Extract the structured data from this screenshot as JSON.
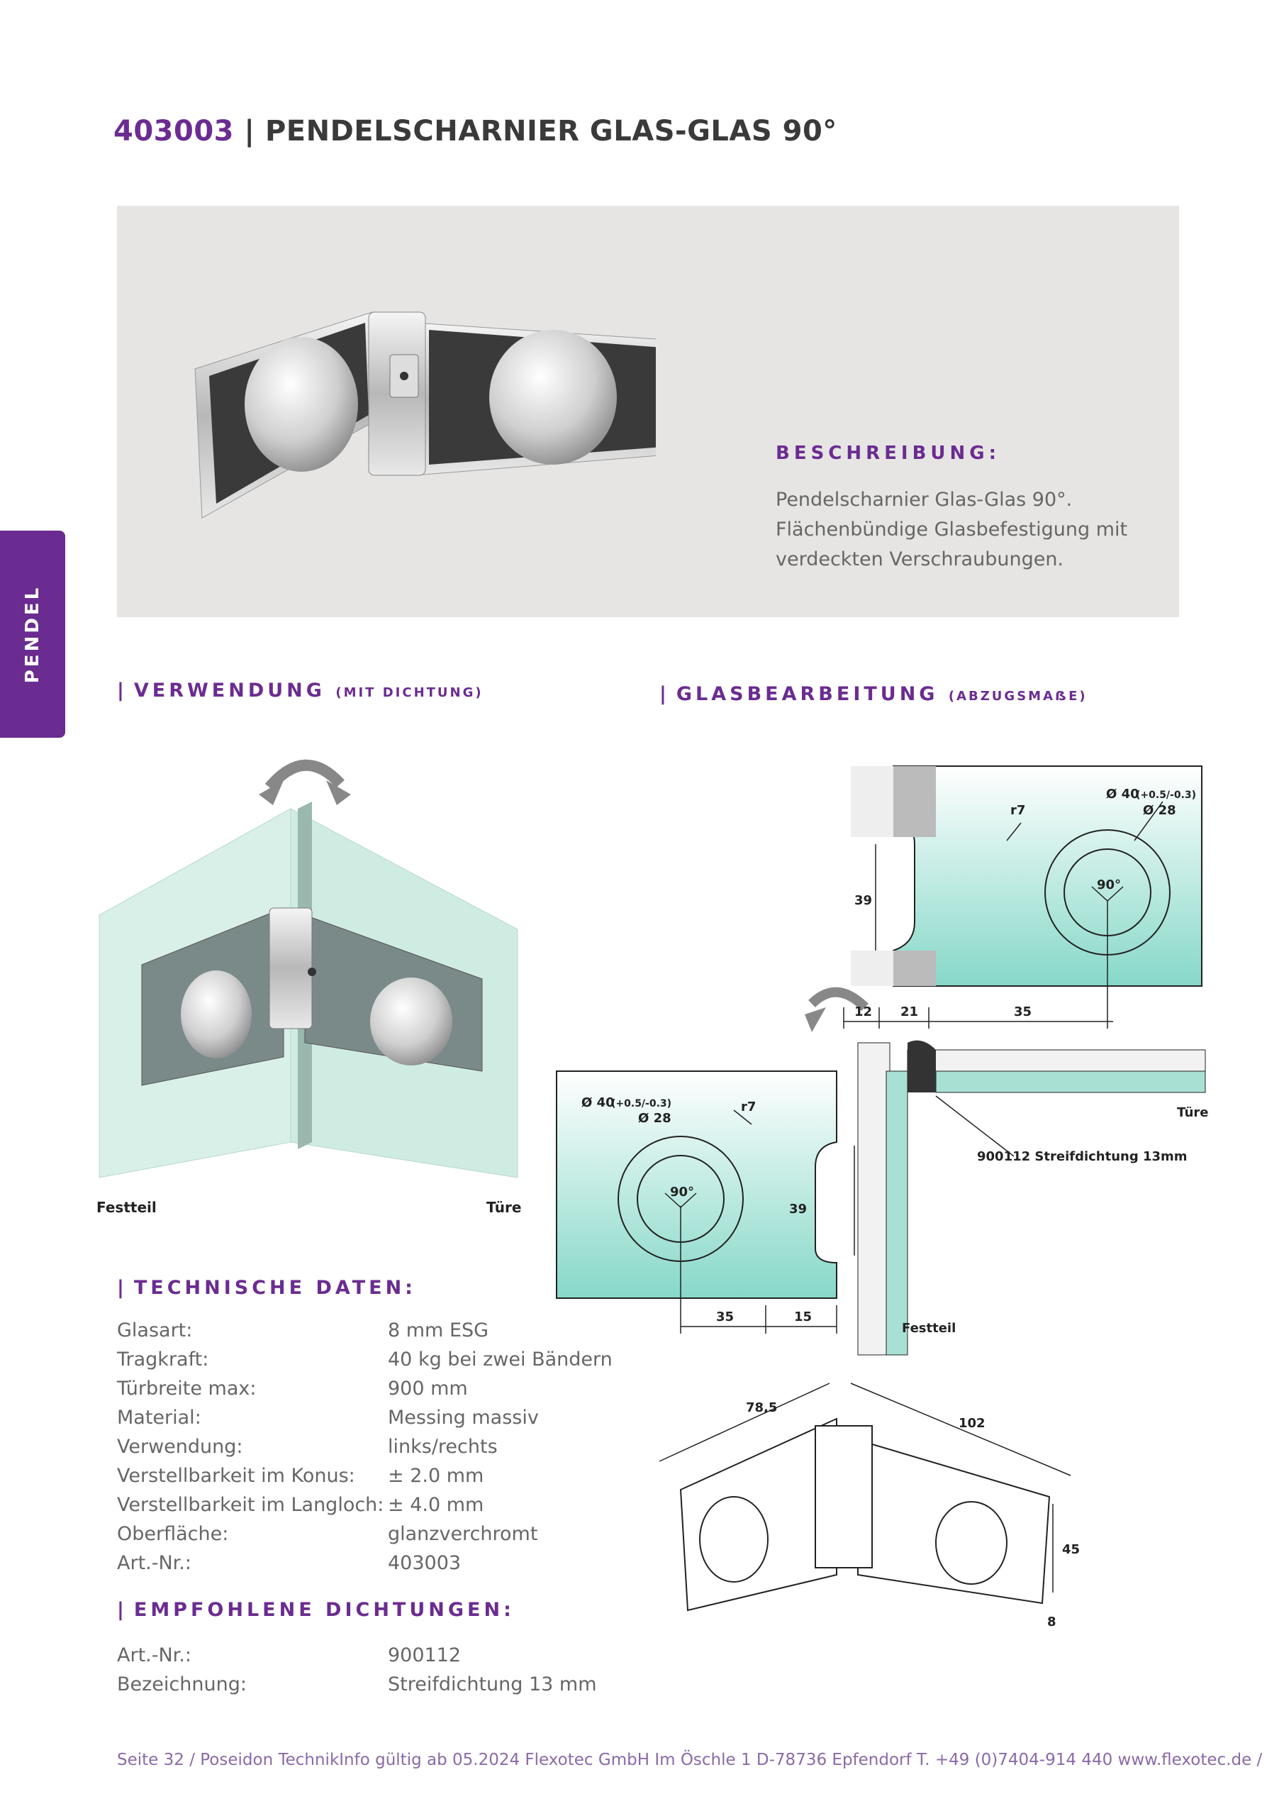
{
  "header": {
    "article_number": "403003",
    "separator": " | ",
    "title": "PENDELSCHARNIER GLAS-GLAS 90°"
  },
  "side_tab": {
    "label": "PENDEL"
  },
  "description": {
    "heading": "BESCHREIBUNG:",
    "lines": [
      "Pendelscharnier Glas-Glas 90°.",
      "Flächenbündige Glasbefestigung mit",
      "verdeckten Verschraubungen."
    ]
  },
  "usage": {
    "heading": "VERWENDUNG",
    "sub": "(MIT DICHTUNG)",
    "label_fixed": "Festteil",
    "label_door": "Türe"
  },
  "glass_processing": {
    "heading": "GLASBEARBEITUNG",
    "sub": "(ABZUGSMAẞE)",
    "top": {
      "dia_outer": "Ø 40",
      "tolerance": "(+0.5/-0.3)",
      "dia_inner": "Ø 28",
      "radius": "r7",
      "angle": "90°",
      "height": "39",
      "d1": "12",
      "d2": "21",
      "d3": "35"
    },
    "left": {
      "dia_outer": "Ø 40",
      "tolerance": "(+0.5/-0.3)",
      "dia_inner": "Ø 28",
      "radius": "r7",
      "angle": "90°",
      "height": "39",
      "d1": "35",
      "d2": "15"
    },
    "seal_label": "900112 Streifdichtung 13mm",
    "label_door": "Türe",
    "label_fixed": "Festteil",
    "hinge_dims": {
      "w1": "78,5",
      "w2": "102",
      "h": "45",
      "t": "8"
    }
  },
  "technical": {
    "heading": "TECHNISCHE DATEN:",
    "rows": [
      {
        "key": "Glasart:",
        "value": "8 mm ESG"
      },
      {
        "key": "Tragkraft:",
        "value": "40 kg bei zwei Bändern"
      },
      {
        "key": "Türbreite max:",
        "value": "900 mm"
      },
      {
        "key": "Material:",
        "value": "Messing massiv"
      },
      {
        "key": "Verwendung:",
        "value": "links/rechts"
      },
      {
        "key": "Verstellbarkeit im Konus:",
        "value": "± 2.0 mm"
      },
      {
        "key": "Verstellbarkeit im Langloch:",
        "value": "± 4.0 mm"
      },
      {
        "key": "Oberfläche:",
        "value": "glanzverchromt"
      },
      {
        "key": "Art.-Nr.:",
        "value": "403003"
      }
    ]
  },
  "seals": {
    "heading": "EMPFOHLENE DICHTUNGEN:",
    "rows": [
      {
        "key": "Art.-Nr.:",
        "value": "900112"
      },
      {
        "key": "Bezeichnung:",
        "value": "Streifdichtung 13 mm"
      }
    ]
  },
  "footer": {
    "text": "Seite 32  /  Poseidon TechnikInfo gültig ab 05.2024    Flexotec GmbH  Im Öschle 1  D-78736 Epfendorf  T. +49 (0)7404-914 440  www.flexotec.de  /"
  },
  "colors": {
    "accent": "#6b2c91",
    "hero_bg": "#e6e5e3",
    "glass": "#a8e0d4"
  }
}
